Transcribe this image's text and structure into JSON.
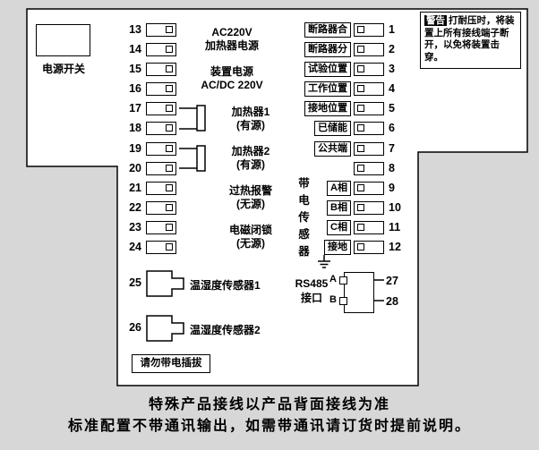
{
  "colors": {
    "background": "#d7d7d7",
    "panel": "#ffffff",
    "line": "#000000",
    "warning_badge_bg": "#000000",
    "warning_badge_fg": "#ffffff"
  },
  "power_switch": {
    "label": "电源开关"
  },
  "left_terminals": [
    {
      "num": "13"
    },
    {
      "num": "14"
    },
    {
      "num": "15"
    },
    {
      "num": "16"
    },
    {
      "num": "17"
    },
    {
      "num": "18"
    },
    {
      "num": "19"
    },
    {
      "num": "20"
    },
    {
      "num": "21"
    },
    {
      "num": "22"
    },
    {
      "num": "23"
    },
    {
      "num": "24"
    }
  ],
  "left_groups": [
    {
      "line1": "AC220V",
      "line2": "加热器电源"
    },
    {
      "line1": "装置电源",
      "line2": "AC/DC 220V"
    },
    {
      "line1": "加热器1",
      "line2": "(有源)"
    },
    {
      "line1": "加热器2",
      "line2": "(有源)"
    },
    {
      "line1": "过热报警",
      "line2": "(无源)"
    },
    {
      "line1": "电磁闭锁",
      "line2": "(无源)"
    }
  ],
  "sensors": [
    {
      "num": "25",
      "label": "温湿度传感器1"
    },
    {
      "num": "26",
      "label": "温湿度传感器2"
    }
  ],
  "no_live_plug": "请勿带电插拔",
  "right_terminals": [
    {
      "num": "1",
      "label": "断路器合"
    },
    {
      "num": "2",
      "label": "断路器分"
    },
    {
      "num": "3",
      "label": "试验位置"
    },
    {
      "num": "4",
      "label": "工作位置"
    },
    {
      "num": "5",
      "label": "接地位置"
    },
    {
      "num": "6",
      "label": "已储能"
    },
    {
      "num": "7",
      "label": "公共端"
    },
    {
      "num": "8",
      "label": ""
    },
    {
      "num": "9",
      "label": "A相"
    },
    {
      "num": "10",
      "label": "B相"
    },
    {
      "num": "11",
      "label": "C相"
    },
    {
      "num": "12",
      "label": "接地"
    }
  ],
  "live_sensor_group": "带电传感器",
  "rs485": {
    "name": "RS485",
    "port": "接口",
    "pin_a": "A",
    "pin_b": "B",
    "num_a": "27",
    "num_b": "28"
  },
  "warning": {
    "badge": "警告",
    "text": "打耐压时，将装置上所有接线端子断开，以免将装置击穿。"
  },
  "footnotes": {
    "line1": "特殊产品接线以产品背面接线为准",
    "line2": "标准配置不带通讯输出，如需带通讯请订货时提前说明。"
  }
}
